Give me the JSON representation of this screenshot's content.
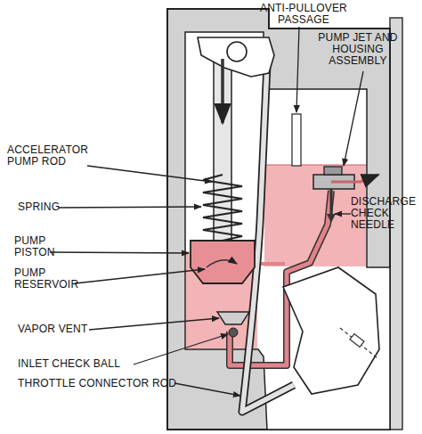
{
  "diagram": {
    "labels": [
      "ANTI-PULLOVER PASSAGE",
      "PUMP JET AND HOUSING ASSEMBLY",
      "ACCELERATOR PUMP ROD",
      "SPRING",
      "DISCHARGE CHECK NEEDLE",
      "PUMP PISTON",
      "PUMP RESERVOIR",
      "VAPOR VENT",
      "INLET CHECK BALL",
      "THROTTLE CONNECTOR ROD"
    ]
  }
}
